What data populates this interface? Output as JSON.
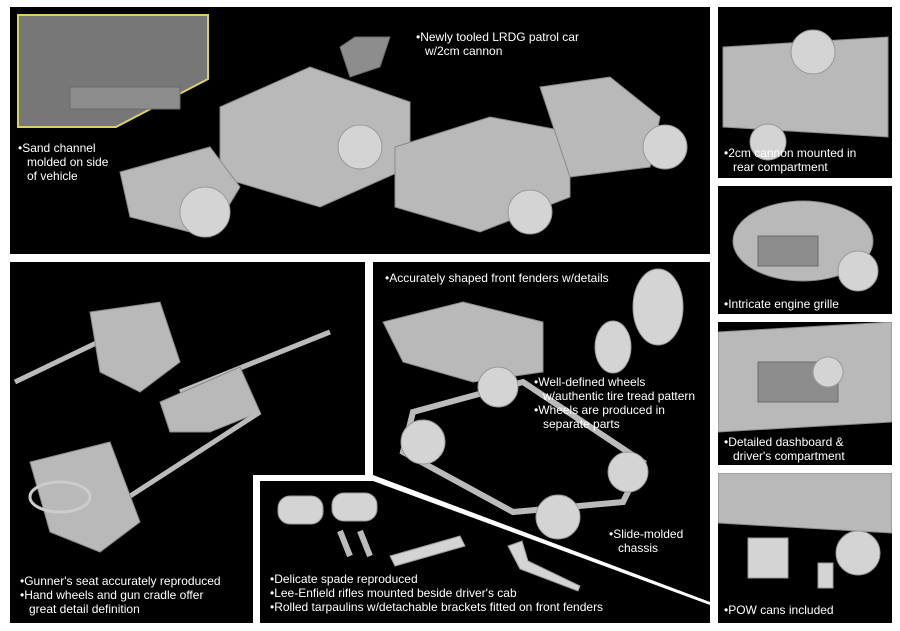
{
  "top_panel": {
    "inset_caption": [
      "Sand channel",
      "molded on side",
      "of vehicle"
    ],
    "main_caption": [
      "Newly tooled LRDG patrol car",
      "w/2cm cannon"
    ],
    "inset_border_color": "#d8d060"
  },
  "right_column": [
    {
      "caption": [
        "2cm cannon mounted in",
        "rear compartment"
      ]
    },
    {
      "caption": [
        "Intricate engine grille"
      ]
    },
    {
      "caption": [
        "Detailed dashboard &",
        "driver's compartment"
      ]
    },
    {
      "caption": [
        "POW cans included"
      ]
    }
  ],
  "gun_panel": {
    "caption": [
      "Gunner's seat accurately reproduced",
      "Hand wheels and gun cradle offer",
      "great detail definition"
    ]
  },
  "chassis_panel": {
    "caption_fenders": "Accurately shaped front fenders w/details",
    "caption_wheels": [
      "Well-defined wheels",
      "w/authentic tire tread pattern",
      "Wheels are produced in",
      "separate parts"
    ],
    "caption_chassis": [
      "Slide-molded",
      "chassis"
    ]
  },
  "accessories_panel": {
    "caption": [
      "Delicate spade reproduced",
      "Lee-Enfield rifles mounted beside driver's cab",
      "Rolled tarpaulins w/detachable brackets fitted on front fenders"
    ]
  }
}
